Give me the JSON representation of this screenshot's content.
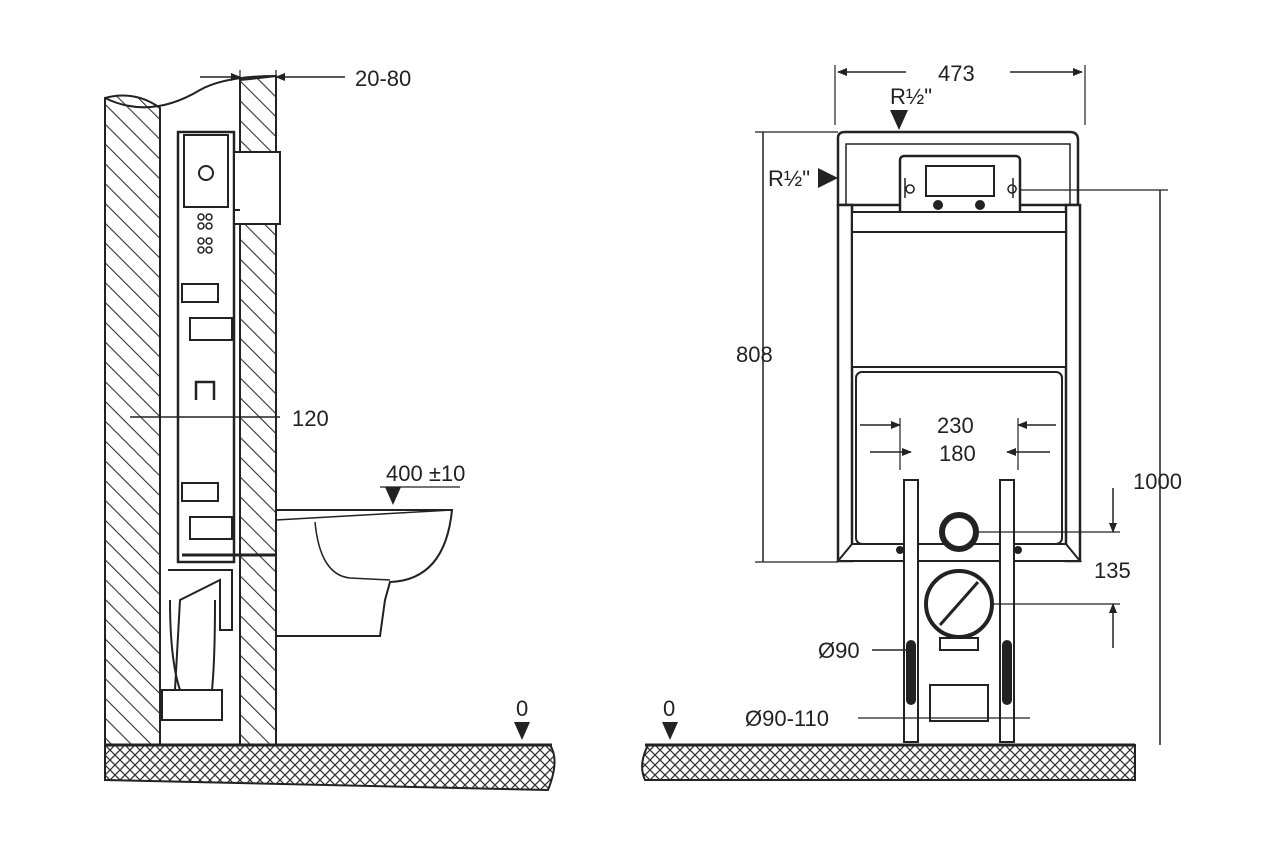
{
  "side_view": {
    "wall_thickness_label": "20-80",
    "frame_depth_label": "120",
    "bowl_height_label": "400 ±10",
    "floor_level_label": "0"
  },
  "front_view": {
    "width_label": "473",
    "top_inlet_label": "R½\"",
    "side_inlet_label": "R½\"",
    "frame_height_label": "808",
    "total_height_label": "1000",
    "bolt_spacing_outer_label": "230",
    "bolt_spacing_inner_label": "180",
    "waste_height_label": "135",
    "flush_pipe_label": "Ø90",
    "drain_pipe_label": "Ø90-110",
    "floor_level_label": "0"
  }
}
